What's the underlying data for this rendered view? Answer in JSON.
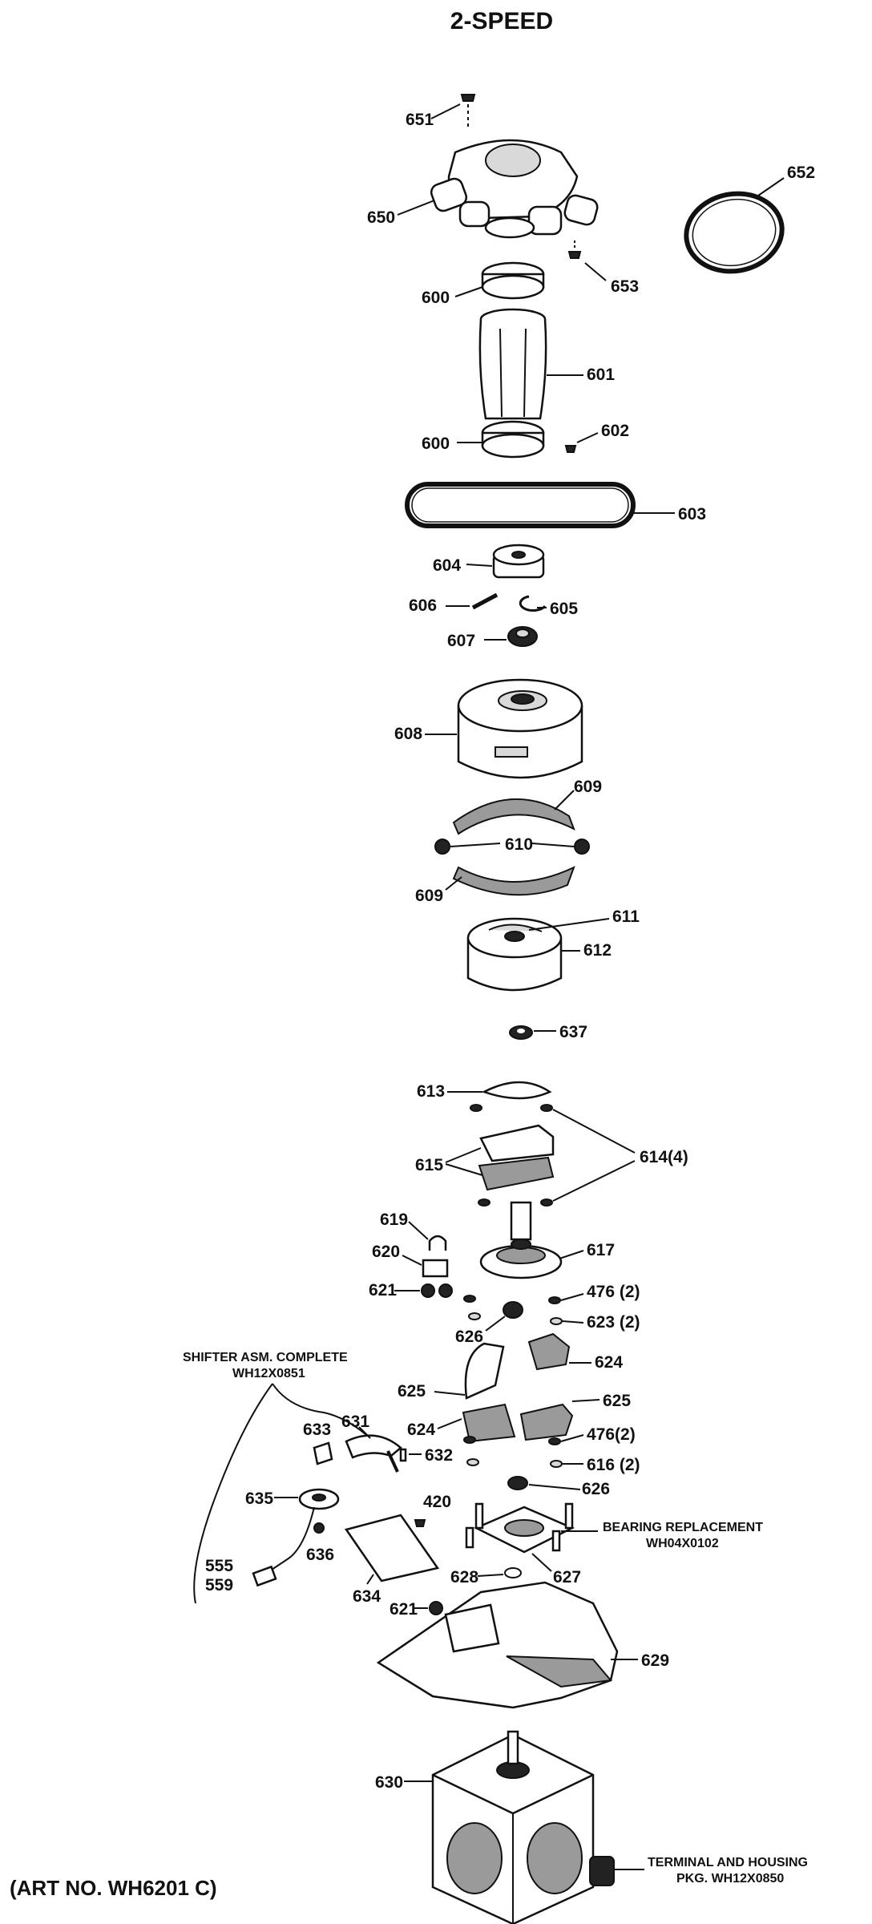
{
  "title": "2-SPEED",
  "art_number": "(ART NO. WH6201 C)",
  "parts": {
    "p651": "651",
    "p650": "650",
    "p652": "652",
    "p653": "653",
    "p600a": "600",
    "p601": "601",
    "p600b": "600",
    "p602": "602",
    "p603": "603",
    "p604": "604",
    "p606": "606",
    "p605": "605",
    "p607": "607",
    "p608": "608",
    "p609a": "609",
    "p610": "610",
    "p609b": "609",
    "p611": "611",
    "p612": "612",
    "p637": "637",
    "p613": "613",
    "p614": "614(4)",
    "p615": "615",
    "p619": "619",
    "p620": "620",
    "p617": "617",
    "p621a": "621",
    "p476a": "476 (2)",
    "p623": "623 (2)",
    "p626a": "626",
    "p624a": "624",
    "p625a": "625",
    "p624b": "624",
    "p625b": "625",
    "p476b": "476(2)",
    "p616": "616 (2)",
    "p626b": "626",
    "p633": "633",
    "p631": "631",
    "p632": "632",
    "p635": "635",
    "p420": "420",
    "p636": "636",
    "p634": "634",
    "p555": "555",
    "p559": "559",
    "p628": "628",
    "p627": "627",
    "p621b": "621",
    "p629": "629",
    "p630": "630"
  },
  "notes": {
    "shifter_line1": "SHIFTER ASM. COMPLETE",
    "shifter_line2": "WH12X0851",
    "bearing_line1": "BEARING REPLACEMENT",
    "bearing_line2": "WH04X0102",
    "terminal_line1": "TERMINAL AND HOUSING",
    "terminal_line2": "PKG. WH12X0850"
  }
}
